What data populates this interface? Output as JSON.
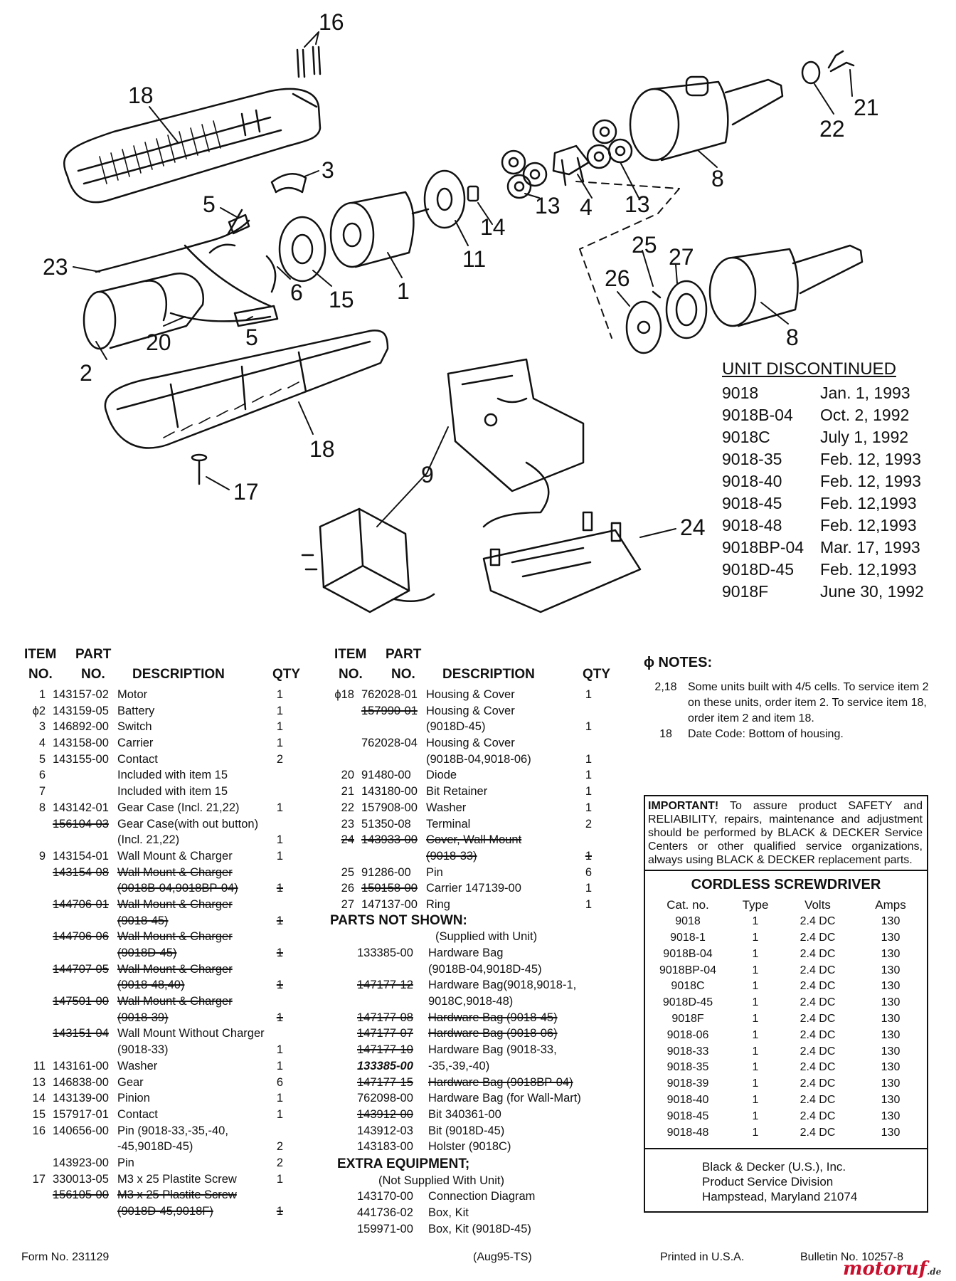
{
  "callouts": [
    "16",
    "18",
    "3",
    "5",
    "23",
    "6",
    "15",
    "1",
    "11",
    "14",
    "13",
    "4",
    "13",
    "8",
    "22",
    "21",
    "25",
    "27",
    "26",
    "8",
    "2",
    "20",
    "5",
    "18",
    "17",
    "9",
    "24"
  ],
  "discontinued": {
    "title": "UNIT DISCONTINUED",
    "rows": [
      {
        "model": "9018",
        "date": "Jan. 1, 1993"
      },
      {
        "model": "9018B-04",
        "date": "Oct. 2, 1992"
      },
      {
        "model": "9018C",
        "date": "July 1, 1992"
      },
      {
        "model": "9018-35",
        "date": "Feb. 12, 1993"
      },
      {
        "model": "9018-40",
        "date": "Feb. 12, 1993"
      },
      {
        "model": "9018-45",
        "date": "Feb. 12,1993"
      },
      {
        "model": "9018-48",
        "date": "Feb. 12,1993"
      },
      {
        "model": "9018BP-04",
        "date": "Mar. 17, 1993"
      },
      {
        "model": "9018D-45",
        "date": "Feb. 12,1993"
      },
      {
        "model": "9018F",
        "date": "June 30, 1992"
      }
    ]
  },
  "headers": {
    "item1": "ITEM",
    "item2": "NO.",
    "part1": "PART",
    "part2": "NO.",
    "desc": "DESCRIPTION",
    "qty": "QTY"
  },
  "parts_left": [
    {
      "item": "1",
      "part": "143157-02",
      "desc": "Motor",
      "qty": "1"
    },
    {
      "item": "ϕ2",
      "part": "143159-05",
      "desc": "Battery",
      "qty": "1"
    },
    {
      "item": "3",
      "part": "146892-00",
      "desc": "Switch",
      "qty": "1"
    },
    {
      "item": "4",
      "part": "143158-00",
      "desc": "Carrier",
      "qty": "1"
    },
    {
      "item": "5",
      "part": "143155-00",
      "desc": "Contact",
      "qty": "2"
    },
    {
      "item": "6",
      "part": "",
      "desc": "Included with item 15",
      "qty": ""
    },
    {
      "item": "7",
      "part": "",
      "desc": "Included with item 15",
      "qty": ""
    },
    {
      "item": "8",
      "part": "143142-01",
      "desc": "Gear Case (Incl. 21,22)",
      "qty": "1"
    },
    {
      "item": "",
      "part": "156104-03",
      "desc": "Gear Case(with out button)",
      "qty": "",
      "st_part": true
    },
    {
      "item": "",
      "part": "",
      "desc": "(Incl. 21,22)",
      "qty": "1"
    },
    {
      "item": "9",
      "part": "143154-01",
      "desc": "Wall Mount & Charger",
      "qty": "1"
    },
    {
      "item": "",
      "part": "143154-08",
      "desc": "Wall Mount & Charger",
      "qty": "",
      "st_all": true
    },
    {
      "item": "",
      "part": "",
      "desc": "(9018B-04,9018BP-04)",
      "qty": "1",
      "st_all": true
    },
    {
      "item": "",
      "part": "144706-01",
      "desc": "Wall Mount & Charger",
      "qty": "",
      "st_all": true
    },
    {
      "item": "",
      "part": "",
      "desc": "(9018-45)",
      "qty": "1",
      "st_all": true
    },
    {
      "item": "",
      "part": "144706-06",
      "desc": "Wall Mount & Charger",
      "qty": "",
      "st_all": true
    },
    {
      "item": "",
      "part": "",
      "desc": "(9018D-45)",
      "qty": "1",
      "st_all": true
    },
    {
      "item": "",
      "part": "144707-05",
      "desc": "Wall Mount & Charger",
      "qty": "",
      "st_all": true
    },
    {
      "item": "",
      "part": "",
      "desc": "(9018-48,40)",
      "qty": "1",
      "st_all": true
    },
    {
      "item": "",
      "part": "147501-00",
      "desc": "Wall Mount & Charger",
      "qty": "",
      "st_all": true
    },
    {
      "item": "",
      "part": "",
      "desc": "(9018-39)",
      "qty": "1",
      "st_all": true
    },
    {
      "item": "",
      "part": "143151-04",
      "desc": "Wall Mount Without Charger",
      "qty": "",
      "st_part": true
    },
    {
      "item": "",
      "part": "",
      "desc": "(9018-33)",
      "qty": "1"
    },
    {
      "item": "11",
      "part": "143161-00",
      "desc": "Washer",
      "qty": "1"
    },
    {
      "item": "13",
      "part": "146838-00",
      "desc": "Gear",
      "qty": "6"
    },
    {
      "item": "14",
      "part": "143139-00",
      "desc": "Pinion",
      "qty": "1"
    },
    {
      "item": "15",
      "part": "157917-01",
      "desc": "Contact",
      "qty": "1"
    },
    {
      "item": "16",
      "part": "140656-00",
      "desc": "Pin (9018-33,-35,-40,",
      "qty": ""
    },
    {
      "item": "",
      "part": "",
      "desc": "-45,9018D-45)",
      "qty": "2"
    },
    {
      "item": "",
      "part": "143923-00",
      "desc": "Pin",
      "qty": "2"
    },
    {
      "item": "17",
      "part": "330013-05",
      "desc": "M3 x 25 Plastite Screw",
      "qty": "1"
    },
    {
      "item": "",
      "part": "156105-00",
      "desc": "M3 x 25 Plastite Screw",
      "qty": "",
      "st_all": true
    },
    {
      "item": "",
      "part": "",
      "desc": "(9018D-45,9018F)",
      "qty": "1",
      "st_all": true
    }
  ],
  "parts_right": [
    {
      "item": "ϕ18",
      "part": "762028-01",
      "desc": "Housing & Cover",
      "qty": "1"
    },
    {
      "item": "",
      "part": "157990-01",
      "desc": "Housing & Cover",
      "qty": "",
      "st_part": true
    },
    {
      "item": "",
      "part": "",
      "desc": "(9018D-45)",
      "qty": "1"
    },
    {
      "item": "",
      "part": "762028-04",
      "desc": "Housing & Cover",
      "qty": ""
    },
    {
      "item": "",
      "part": "",
      "desc": "(9018B-04,9018-06)",
      "qty": "1"
    },
    {
      "item": "20",
      "part": "91480-00",
      "desc": "Diode",
      "qty": "1"
    },
    {
      "item": "21",
      "part": "143180-00",
      "desc": "Bit Retainer",
      "qty": "1"
    },
    {
      "item": "22",
      "part": "157908-00",
      "desc": "Washer",
      "qty": "1"
    },
    {
      "item": "23",
      "part": "51350-08",
      "desc": "Terminal",
      "qty": "2"
    },
    {
      "item": "24",
      "part": "143933-00",
      "desc": "Cover, Wall Mount",
      "qty": "",
      "st_all": true
    },
    {
      "item": "",
      "part": "",
      "desc": "(9018-33)",
      "qty": "1",
      "st_all": true
    },
    {
      "item": "25",
      "part": "91286-00",
      "desc": "Pin",
      "qty": "6"
    },
    {
      "item": "26",
      "part": "150158-00",
      "desc": "Carrier   147139-00",
      "qty": "1",
      "st_part": true
    },
    {
      "item": "27",
      "part": "147137-00",
      "desc": "Ring",
      "qty": "1"
    }
  ],
  "not_shown": {
    "title": "PARTS NOT SHOWN:",
    "subtitle": "(Supplied with Unit)",
    "rows": [
      {
        "part": "133385-00",
        "desc": "Hardware Bag"
      },
      {
        "part": "",
        "desc": "(9018B-04,9018D-45)"
      },
      {
        "part": "147177-12",
        "desc": "Hardware Bag(9018,9018-1,",
        "st_part": true
      },
      {
        "part": "",
        "desc": "9018C,9018-48)"
      },
      {
        "part": "147177-08",
        "desc": "Hardware Bag (9018-45)",
        "st_all": true
      },
      {
        "part": "147177-07",
        "desc": "Hardware Bag (9018-06)",
        "st_all": true
      },
      {
        "part": "147177-10",
        "desc": "Hardware Bag (9018-33,",
        "st_part": true
      },
      {
        "part": "133385-00",
        "desc": "-35,-39,-40)",
        "hand": true
      },
      {
        "part": "147177-15",
        "desc": "Hardware Bag (9018BP-04)",
        "st_all": true
      },
      {
        "part": "762098-00",
        "desc": "Hardware Bag (for Wall-Mart)"
      },
      {
        "part": "143912-00",
        "desc": "Bit  340361-00",
        "st_part": true
      },
      {
        "part": "143912-03",
        "desc": "Bit (9018D-45)"
      },
      {
        "part": "143183-00",
        "desc": "Holster (9018C)"
      }
    ]
  },
  "extra": {
    "title": "EXTRA EQUIPMENT;",
    "subtitle": "(Not Supplied With Unit)",
    "rows": [
      {
        "part": "143170-00",
        "desc": "Connection Diagram"
      },
      {
        "part": "441736-02",
        "desc": "Box, Kit"
      },
      {
        "part": "159971-00",
        "desc": "Box, Kit (9018D-45)"
      }
    ]
  },
  "notes": {
    "title": "ϕ NOTES:",
    "rows": [
      {
        "key": "2,18",
        "text": "Some units built with 4/5 cells. To service item 2 on these units, order item 2. To service item 18, order item 2 and item 18."
      },
      {
        "key": "18",
        "text": "Date Code: Bottom of housing."
      }
    ]
  },
  "important": {
    "lead": "IMPORTANT!",
    "text": " To assure product SAFETY and RELIABILITY, repairs, maintenance and adjustment should be performed by BLACK & DECKER Service Centers or other qualified service organizations, always using BLACK & DECKER replacement parts."
  },
  "spec": {
    "title": "CORDLESS SCREWDRIVER",
    "headers": [
      "Cat. no.",
      "Type",
      "Volts",
      "Amps"
    ],
    "rows": [
      [
        "9018",
        "1",
        "2.4 DC",
        "130"
      ],
      [
        "9018-1",
        "1",
        "2.4 DC",
        "130"
      ],
      [
        "9018B-04",
        "1",
        "2.4 DC",
        "130"
      ],
      [
        "9018BP-04",
        "1",
        "2.4 DC",
        "130"
      ],
      [
        "9018C",
        "1",
        "2.4 DC",
        "130"
      ],
      [
        "9018D-45",
        "1",
        "2.4 DC",
        "130"
      ],
      [
        "9018F",
        "1",
        "2.4 DC",
        "130"
      ],
      [
        "9018-06",
        "1",
        "2.4 DC",
        "130"
      ],
      [
        "9018-33",
        "1",
        "2.4 DC",
        "130"
      ],
      [
        "9018-35",
        "1",
        "2.4 DC",
        "130"
      ],
      [
        "9018-39",
        "1",
        "2.4 DC",
        "130"
      ],
      [
        "9018-40",
        "1",
        "2.4 DC",
        "130"
      ],
      [
        "9018-45",
        "1",
        "2.4 DC",
        "130"
      ],
      [
        "9018-48",
        "1",
        "2.4 DC",
        "130"
      ]
    ]
  },
  "manufacturer": [
    "Black & Decker (U.S.), Inc.",
    "Product Service Division",
    "Hampstead, Maryland 21074"
  ],
  "footer": {
    "form": "Form No. 231129",
    "date": "(Aug95-TS)",
    "printed": "Printed in U.S.A.",
    "bulletin": "Bulletin No. 10257-8"
  },
  "watermark": {
    "brand": "motoruf",
    "suffix": ".de"
  }
}
